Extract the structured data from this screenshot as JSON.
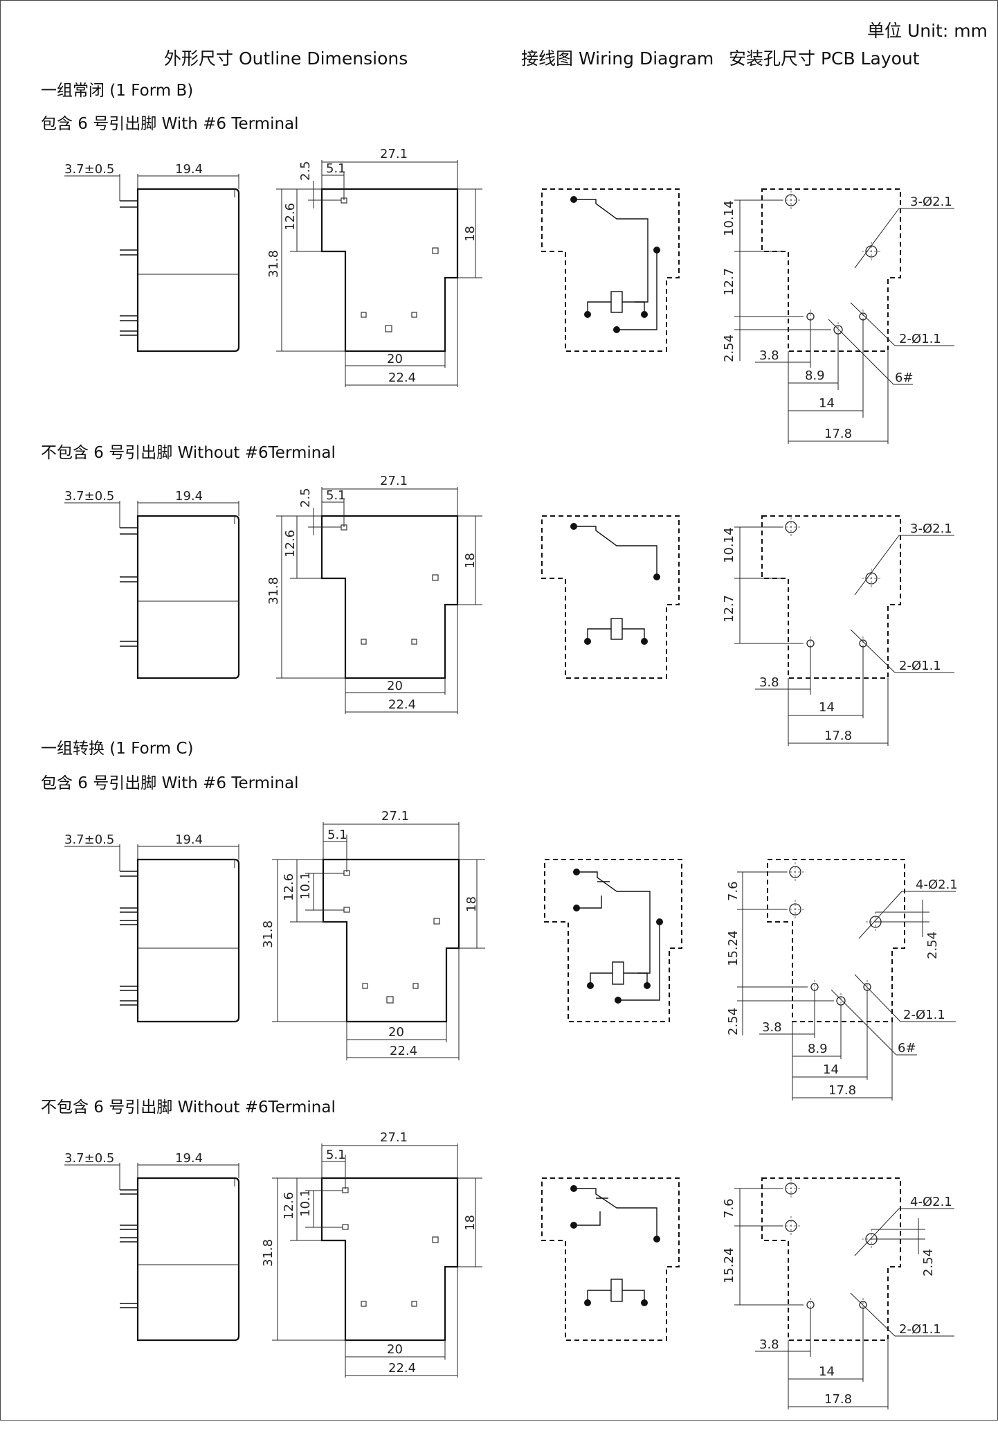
{
  "unit_label": "单位 Unit: mm",
  "headers": {
    "outline": "外形尺寸 Outline Dimensions",
    "wiring": "接线图 Wiring Diagram",
    "pcb": "安装孔尺寸 PCB Layout"
  },
  "groups": [
    {
      "title": "一组常闭 (1 Form B)"
    },
    {
      "title": "一组转换 (1 Form C)"
    }
  ],
  "blocks": [
    {
      "label": "包含 6 号引出脚 With #6 Terminal",
      "side": {
        "lead": "3.7±0.5",
        "width": "19.4"
      },
      "outline": {
        "top": "27.1",
        "tab": "5.1",
        "offset": "2.5",
        "pin_gap": "",
        "step": "12.6",
        "height": "31.8",
        "right": "18",
        "base1": "20",
        "base2": "22.4"
      },
      "pcb": {
        "v1": "10.14",
        "v2": "12.7",
        "v3": "2.54",
        "big_holes": "3-Ø2.1",
        "small_holes": "2-Ø1.1",
        "h1": "3.8",
        "h2": "8.9",
        "h3": "14",
        "h4": "17.8",
        "pin6": "6#",
        "side_pitch": ""
      }
    },
    {
      "label": "不包含 6 号引出脚 Without #6Terminal",
      "side": {
        "lead": "3.7±0.5",
        "width": "19.4"
      },
      "outline": {
        "top": "27.1",
        "tab": "5.1",
        "offset": "2.5",
        "pin_gap": "",
        "step": "12.6",
        "height": "31.8",
        "right": "18",
        "base1": "20",
        "base2": "22.4"
      },
      "pcb": {
        "v1": "10.14",
        "v2": "12.7",
        "v3": "",
        "big_holes": "3-Ø2.1",
        "small_holes": "2-Ø1.1",
        "h1": "3.8",
        "h2": "",
        "h3": "14",
        "h4": "17.8",
        "pin6": "",
        "side_pitch": ""
      }
    },
    {
      "label": "包含 6 号引出脚 With #6 Terminal",
      "side": {
        "lead": "3.7±0.5",
        "width": "19.4"
      },
      "outline": {
        "top": "27.1",
        "tab": "5.1",
        "offset": "",
        "pin_gap": "10.1",
        "step": "12.6",
        "height": "31.8",
        "right": "18",
        "base1": "20",
        "base2": "22.4"
      },
      "pcb": {
        "v1": "7.6",
        "v2": "15.24",
        "v3": "2.54",
        "big_holes": "4-Ø2.1",
        "small_holes": "2-Ø1.1",
        "h1": "3.8",
        "h2": "8.9",
        "h3": "14",
        "h4": "17.8",
        "pin6": "6#",
        "side_pitch": "2.54"
      }
    },
    {
      "label": "不包含 6 号引出脚 Without #6Terminal",
      "side": {
        "lead": "3.7±0.5",
        "width": "19.4"
      },
      "outline": {
        "top": "27.1",
        "tab": "5.1",
        "offset": "",
        "pin_gap": "10.1",
        "step": "12.6",
        "height": "31.8",
        "right": "18",
        "base1": "20",
        "base2": "22.4"
      },
      "pcb": {
        "v1": "7.6",
        "v2": "15.24",
        "v3": "",
        "big_holes": "4-Ø2.1",
        "small_holes": "2-Ø1.1",
        "h1": "3.8",
        "h2": "",
        "h3": "14",
        "h4": "17.8",
        "pin6": "",
        "side_pitch": "2.54"
      }
    }
  ]
}
